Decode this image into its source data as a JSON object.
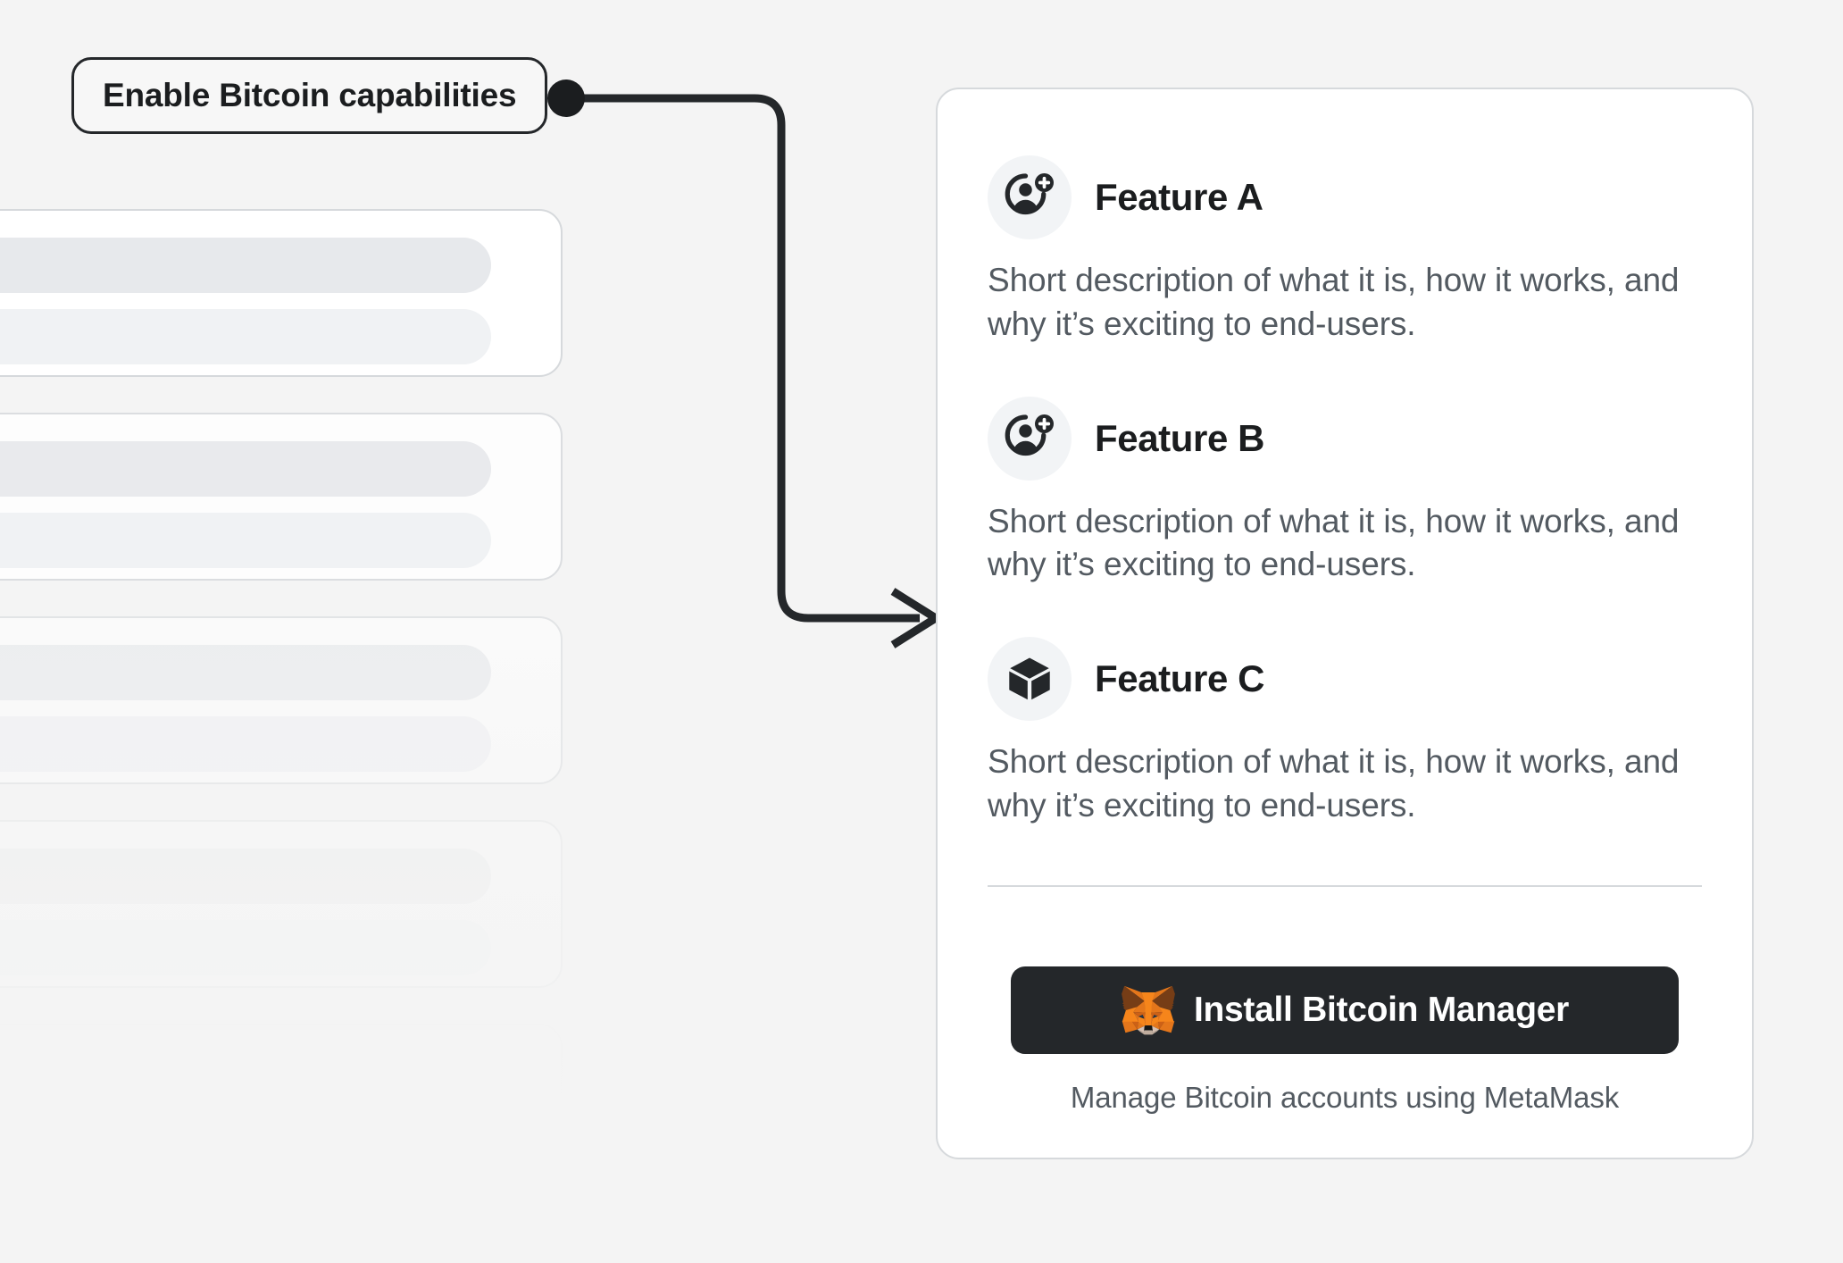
{
  "annotation": {
    "label": "Enable Bitcoin capabilities",
    "connector_icon": "arrow-connector-icon",
    "dot_icon": "connector-dot-icon"
  },
  "skeleton": {
    "placeholder_count": 5,
    "aria_label": "loading placeholder list"
  },
  "card": {
    "features": [
      {
        "icon": "add-user-icon",
        "title": "Feature A",
        "description": "Short description of what it is, how it works, and why it’s exciting to end-users."
      },
      {
        "icon": "add-user-icon",
        "title": "Feature B",
        "description": "Short description of what it is, how it works, and why it’s exciting to end-users."
      },
      {
        "icon": "cube-icon",
        "title": "Feature C",
        "description": "Short description of what it is, how it works, and why it’s exciting to end-users."
      }
    ],
    "footer": {
      "install_label": "Install Bitcoin Manager",
      "brand_icon": "metamask-fox-icon",
      "note": "Manage Bitcoin accounts using MetaMask"
    }
  },
  "colors": {
    "page_background": "#F4F4F4",
    "card_background": "#FFFFFF",
    "card_border": "#D6D9DC",
    "text_primary": "#1B1D1F",
    "text_secondary": "#535A61",
    "button_background": "#24272A",
    "button_text": "#FFFFFF",
    "icon_chip_background": "#F2F4F6",
    "connector_stroke": "#24272A",
    "fox_orange": "#E2761B",
    "fox_dark_orange": "#CD6116",
    "fox_light_orange": "#F5841F",
    "fox_brown": "#763D16",
    "fox_cream": "#E4D7CF"
  }
}
